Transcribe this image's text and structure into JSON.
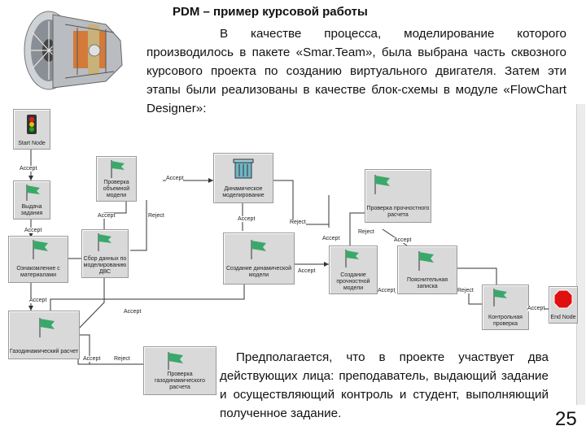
{
  "slide": {
    "title": "PDM – пример курсовой работы",
    "intro": "В качестве процесса, моделирование которого производилось в пакете «Smar.Team», была выбрана часть сквозного курсового проекта по созданию виртуального двигателя. Затем эти этапы были реализованы в качестве блок-схемы в модуле «FlowChart Designer»:",
    "bottom_text": "Предполагается, что в проекте участвует два действующих лица: преподаватель, выдающий задание и осуществляющий контроль и студент, выполняющий полученное задание.",
    "page_number": "25"
  },
  "flowchart": {
    "nodes": {
      "start": "Start Node",
      "task": "Выдача задания",
      "familiarize": "Ознакомление с материалами",
      "check_volume": "Проверка объемной модели",
      "collect_data": "Сбор данных по моделированию ДВС",
      "gas_dynamic": "Газодинамический расчет",
      "check_gd": "Проверка газодинамического расчета",
      "dyn_modeling": "Динамическое моделирование",
      "create_dyn": "Создание динамической модели",
      "create_strength": "Создание прочностной модели",
      "check_strength": "Проверка прочностного расчета",
      "explanatory_note": "Пояснительная записка",
      "control_check": "Контрольная проверка",
      "end": "End Node"
    },
    "edges": {
      "accept": "Accept",
      "reject": "Reject"
    },
    "colors": {
      "node_bg": "#d9d9d9",
      "flag": "#3aa86b",
      "stop": "#e01010",
      "line": "#333333"
    }
  }
}
